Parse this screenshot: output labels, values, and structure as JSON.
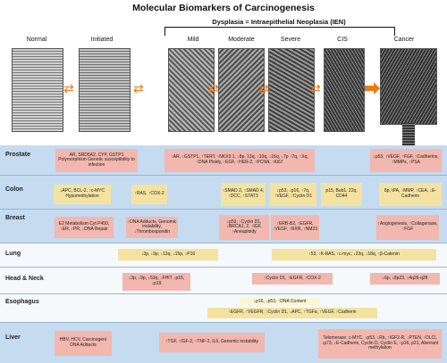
{
  "title": "Molecular Biomarkers of Carcinogenesis",
  "dysplasia_label": "Dysplasia = Intraepithelial Neoplasia (IEN)",
  "stages": [
    "Normal",
    "Initiated",
    "Mild",
    "Moderate",
    "Severe",
    "CIS",
    "Cancer"
  ],
  "colors": {
    "arrow": "#ea7a17",
    "band": "#c5dbef",
    "pink": "#f2b7ae",
    "yellow": "#f4e3a0"
  },
  "rows": [
    {
      "label": "Prostate",
      "boxes": [
        {
          "text": "AR, SRD5A2, CYP, GSTP1 Polymorphism Genetic susceptibility to infection"
        },
        {
          "text": "↑AR, ↓GSTP1, ↑TERT, ↑NKX3.1, ↓8p, 13q, ↓10q, ↓16q, ↓7p ↑7q, ↑Xq, ↑DNA Ploidy, ↑EGF, ↑HER-2, ↑PCNA, ↑Ki67"
        },
        {
          "text": "↓p53, ↑VEGF, ↑FGF, ↑Cadherins, ↑MMPs, ↑PSA"
        }
      ]
    },
    {
      "label": "Colon",
      "boxes": [
        {
          "text": "↓APC, BCL-2, ↑c-MYC Hypomethylation"
        },
        {
          "text": "↑RAS, ↑COX-2"
        },
        {
          "text": "↑SMAD 2, ↑SMAD 4, ↑DCC, ↑STAT3"
        },
        {
          "text": "↓p53, ↓p16, ↑7q, ↑VEGF, ↑Cyclin D1"
        },
        {
          "text": "p15, Bub1, 22q, CD44"
        },
        {
          "text": "8p, tPA, ↑MMP, ↑CEA, ↓E-Cadherin"
        }
      ]
    },
    {
      "label": "Breast",
      "boxes": [
        {
          "text": "E2 Metabolism Cyt P450, ↑ER, ↑PR, ↓DNA Repair"
        },
        {
          "text": "↑DNA Adducts, Genomic instability, ↓Thrombospondin"
        },
        {
          "text": "↓p53, ↑Cyclin D1, ↓BRCA1, 2, ↑IGF, ↑Aneuploidy"
        },
        {
          "text": "↑ERB-B2, ↑EGFR, ↑VEGF, ↑RXR, ↑NM23"
        },
        {
          "text": "↑Angiogenesis, ↑Collagenase, ↑FGF"
        }
      ]
    },
    {
      "label": "Lung",
      "boxes": [
        {
          "text": "↓3p, ↓9p, ↓13q, ↓15p, ↓P16"
        },
        {
          "text": "↑53, ↑K-RAS, ↑c-myc, ↓22q, ↓18q, ↑β-Catenin"
        }
      ]
    },
    {
      "label": "Head & Neck",
      "boxes": [
        {
          "text": "↓3p, ↓9p, ↓53q, ↓FHIT ↓p16, ↓p19"
        },
        {
          "text": "↑Cyclin D1, ↑EGFR, ↑COX-2"
        },
        {
          "text": "↓6p, ↓8p23, ↓4q26-q28"
        }
      ]
    },
    {
      "label": "Esophagus",
      "boxes": [
        {
          "text": "↓p16, ↓p53, ↑DNA Content"
        },
        {
          "text": "↑EGFR, ↑VEGFR, ↑Cyclin D1, ↓APC, ↑TGFα, ↑VEGF, ↑Cadherin"
        }
      ]
    },
    {
      "label": "Liver",
      "boxes": [
        {
          "text": "HBV, HCV, Carcinogen/ DNA Adducts"
        },
        {
          "text": "↑TGF, ↑IGF-2, ↑TNF-2, IL6, Genomic instability"
        },
        {
          "text": "Telomerase, c-MYC, ↓p53, ↓Rb, ↑IGF2-R, ↓PTEN, ↑DLCl, ↓p73, ↓E-Cadherin, Cyclin D, Cyclin E, ↑p16, p21, Aberrant methylation"
        }
      ]
    }
  ]
}
